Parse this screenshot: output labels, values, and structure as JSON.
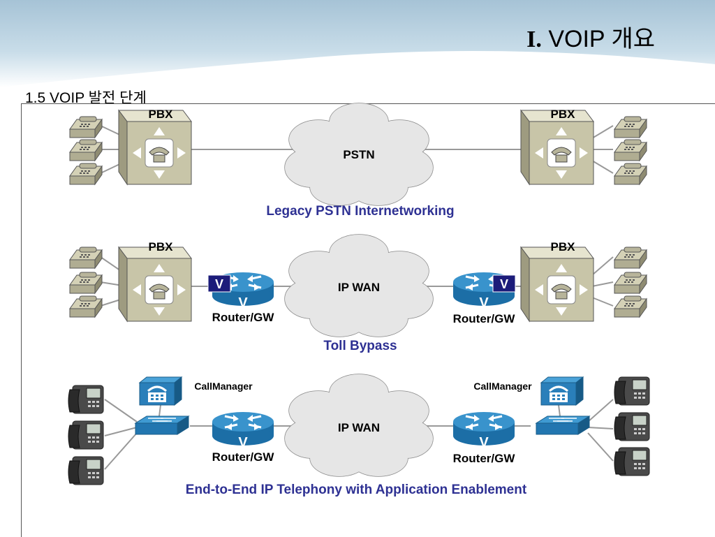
{
  "slide": {
    "roman_numeral": "I.",
    "title": "VOIP 개요",
    "subtitle": "1.5 VOIP 발전 단계"
  },
  "colors": {
    "caption_blue": "#2e3193",
    "router_blue": "#2c86b8",
    "cloud_fill": "#e6e6e6",
    "pbx_fill": "#c8c5a8",
    "voice_badge": "#1c1c7a"
  },
  "diagram": {
    "scenario_legacy": {
      "pbx_left_label": "PBX",
      "pbx_right_label": "PBX",
      "cloud_label": "PSTN",
      "caption": "Legacy PSTN Internetworking"
    },
    "scenario_bypass": {
      "pbx_left_label": "PBX",
      "pbx_right_label": "PBX",
      "cloud_label": "IP WAN",
      "router_left_label": "Router/GW",
      "router_right_label": "Router/GW",
      "voice_badge_label": "V",
      "caption": "Toll Bypass"
    },
    "scenario_ip": {
      "callmanager_left_label": "CallManager",
      "callmanager_right_label": "CallManager",
      "cloud_label": "IP WAN",
      "router_left_label": "Router/GW",
      "router_right_label": "Router/GW",
      "caption": "End-to-End IP Telephony with Application Enablement"
    }
  }
}
